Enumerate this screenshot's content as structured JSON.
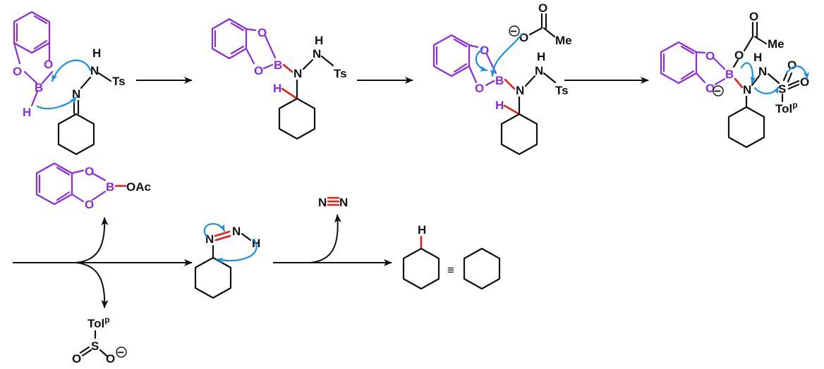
{
  "colors": {
    "boron_reagent": "#8a2be2",
    "new_bond": "#e0201b",
    "electron_flow": "#1a8fe6",
    "ink": "#111111"
  },
  "labels": {
    "b": "B",
    "o": "O",
    "n": "N",
    "h": "H",
    "s": "S",
    "ts": "Ts",
    "me": "Me",
    "tol": "Tol",
    "p": "p",
    "oac": "OAc",
    "minus": "−",
    "equiv": "≡"
  }
}
